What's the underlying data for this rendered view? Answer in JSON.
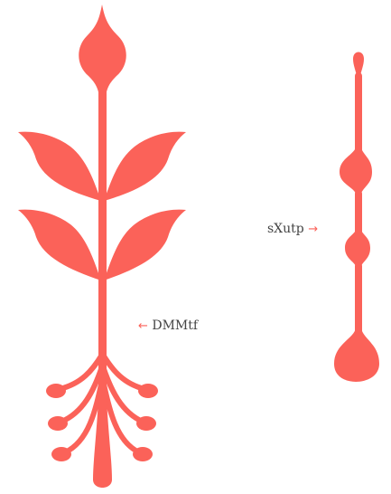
{
  "colors": {
    "shape_fill": "#fb6259",
    "label_text": "#444444",
    "arrow": "#fb6259",
    "background": "#ffffff"
  },
  "shapes": [
    {
      "name": "branching-plant-shape",
      "description_icon": "plant-icon"
    },
    {
      "name": "beaded-stem-shape",
      "description_icon": "stem-icon"
    }
  ],
  "labels": {
    "left": {
      "text": "DMMtf",
      "arrow": "←"
    },
    "right": {
      "text": "sXutp",
      "arrow": "→"
    }
  }
}
